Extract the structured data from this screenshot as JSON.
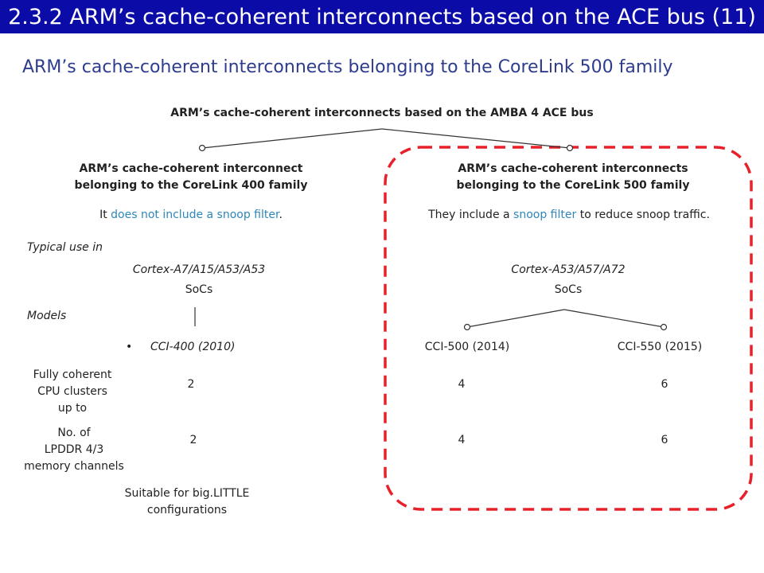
{
  "title": "2.3.2 ARM’s cache-coherent interconnects based on the ACE  bus (11)",
  "subtitle": "ARM’s cache-coherent interconnects belonging to the CoreLink 500 family",
  "root": "ARM’s cache-coherent interconnects based on the AMBA 4 ACE bus",
  "left_branch": {
    "title_line1": "ARM’s cache-coherent interconnect",
    "title_line2": "belonging to the CoreLink 400 family",
    "desc_pre": "It ",
    "desc_hl": "does not include a snoop filter",
    "desc_post": ".",
    "use": "Cortex-A7/A15/A53/A53",
    "socs": "SoCs",
    "model_bullet": "•",
    "model": "CCI-400 (2010)",
    "clusters": "2",
    "channels": "2"
  },
  "right_branch": {
    "title_line1": "ARM’s cache-coherent interconnects",
    "title_line2": "belonging to the CoreLink 500 family",
    "desc_pre": "They include a ",
    "desc_hl": "snoop filter",
    "desc_post": " to reduce snoop traffic.",
    "use": "Cortex-A53/A57/A72",
    "socs": "SoCs",
    "model_a": "CCI-500 (2014)",
    "model_b": "CCI-550 (2015)",
    "clusters_a": "4",
    "clusters_b": "6",
    "channels_a": "4",
    "channels_b": "6"
  },
  "labels": {
    "typical_use": "Typical use in",
    "models": "Models",
    "clusters_l1": "Fully coherent",
    "clusters_l2": "CPU clusters",
    "clusters_l3": "up to",
    "channels_l1": "No. of",
    "channels_l2": "LPDDR 4/3",
    "channels_l3": "memory channels",
    "suitable_l1": "Suitable for big.LITTLE",
    "suitable_l2": "configurations"
  },
  "colors": {
    "title_bar": "#0b0ba8",
    "subtitle": "#2d3c8e",
    "highlight": "#2f86b8",
    "dashed_box": "#e8202a"
  }
}
